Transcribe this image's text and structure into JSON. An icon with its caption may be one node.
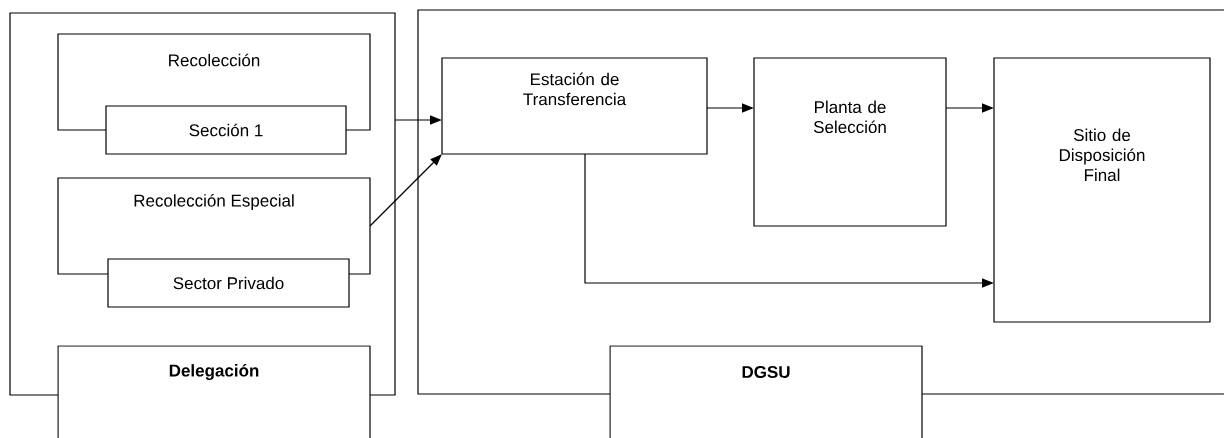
{
  "diagram": {
    "nodes": [
      {
        "text": [
          "Delegación"
        ]
      },
      {
        "text": [
          "Recolección",
          "Sección 1"
        ],
        "in": 0
      },
      {
        "text": [
          "Recolección Especial",
          "Sector Privado"
        ],
        "in": 0
      },
      {
        "text": [
          "DGSU"
        ]
      },
      {
        "text": [
          "Estación de Transferencia"
        ],
        "in": 3
      },
      {
        "text": [
          "Planta de Selección"
        ],
        "in": 3
      },
      {
        "text": [
          "Sitio de Disposición Final"
        ],
        "in": 3
      }
    ],
    "edges": [
      {
        "from": 0,
        "to": 4,
        "arrow": "to"
      },
      {
        "from": 2,
        "to": 4,
        "arrow": "to"
      },
      {
        "from": 4,
        "to": 5,
        "arrow": "to"
      },
      {
        "from": 5,
        "to": 6,
        "arrow": "to"
      },
      {
        "from": 4,
        "to": 6,
        "arrow": "to"
      }
    ]
  }
}
